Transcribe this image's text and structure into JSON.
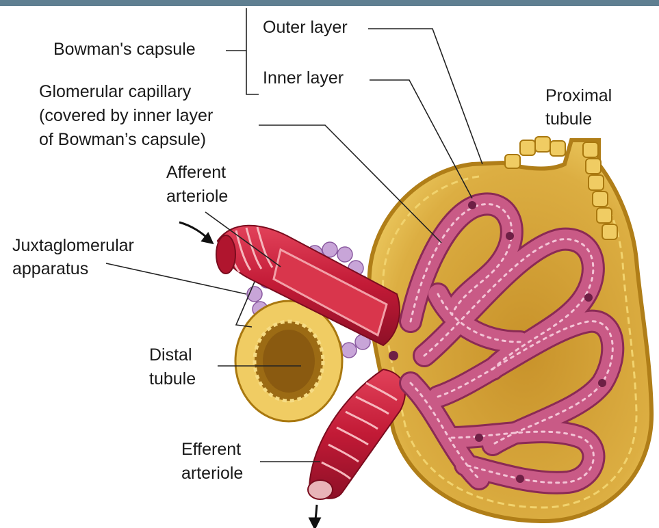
{
  "colors": {
    "top_bar": "#5f7f91",
    "capsule_fill": "#d6a532",
    "capsule_edge": "#b7861f",
    "capillary": "#c95a86",
    "arteriole": "#c8213d",
    "jga_cells": "#bfa0d0",
    "leader": "#222222"
  },
  "labels": {
    "bowmans_capsule": "Bowman's capsule",
    "outer_layer": "Outer layer",
    "inner_layer": "Inner layer",
    "glomerular_capillary_1": "Glomerular capillary",
    "glomerular_capillary_2": "(covered by inner layer",
    "glomerular_capillary_3": "of Bowman’s capsule)",
    "proximal_tubule_1": "Proximal",
    "proximal_tubule_2": "tubule",
    "afferent_arteriole_1": "Afferent",
    "afferent_arteriole_2": "arteriole",
    "juxtaglomerular_1": "Juxtaglomerular",
    "juxtaglomerular_2": "apparatus",
    "distal_tubule_1": "Distal",
    "distal_tubule_2": "tubule",
    "efferent_arteriole_1": "Efferent",
    "efferent_arteriole_2": "arteriole"
  }
}
